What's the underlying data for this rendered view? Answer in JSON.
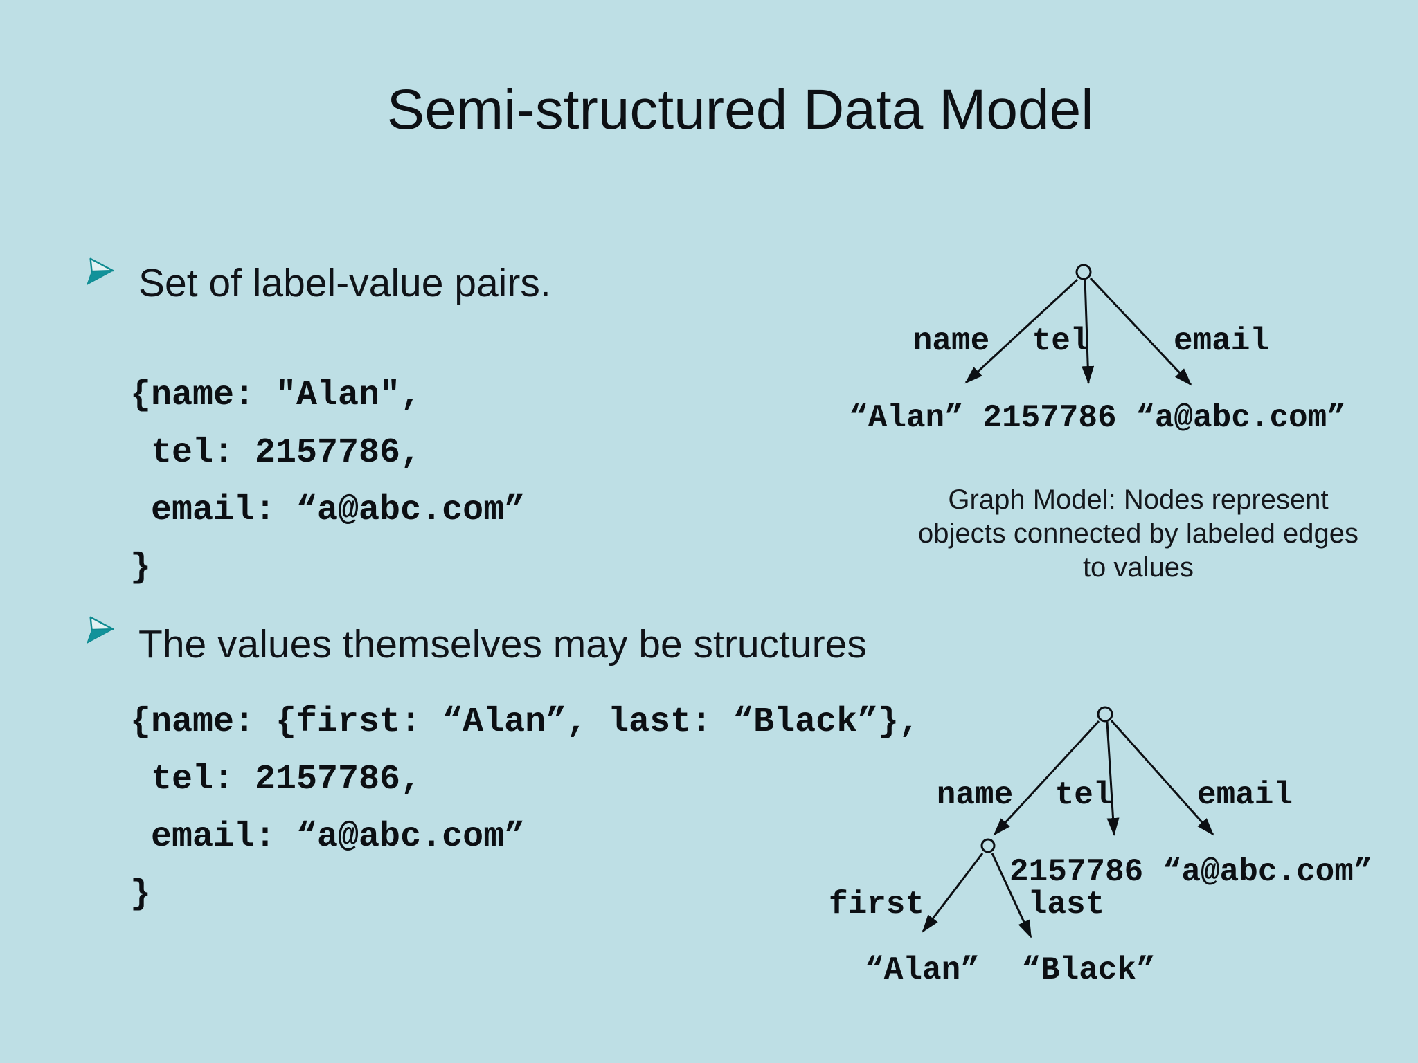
{
  "slide": {
    "title": "Semi-structured Data Model",
    "background_color": "#bedfe5",
    "accent_color": "#12929a",
    "bullet1": {
      "text": "Set of label-value pairs."
    },
    "code1": {
      "line1": "{name: \"Alan\",",
      "line2": " tel: 2157786,",
      "line3": " email: “a@abc.com”",
      "line4": "}"
    },
    "bullet2": {
      "text": "The values themselves may be structures"
    },
    "code2": {
      "line1": "{name: {first: “Alan”, last: “Black”},",
      "line2": " tel: 2157786,",
      "line3": " email: “a@abc.com”",
      "line4": "}"
    },
    "caption": {
      "line1": "Graph Model: Nodes represent",
      "line2": "objects connected by labeled edges",
      "line3": "to values"
    },
    "tree1": {
      "label_name": "name",
      "label_tel": "tel",
      "label_email": "email",
      "values_line": "“Alan” 2157786 “a@abc.com”"
    },
    "tree2": {
      "label_name": "name",
      "label_tel": "tel",
      "label_email": "email",
      "label_first": "first",
      "label_last": "last",
      "value_tel_email": "2157786 “a@abc.com”",
      "value_first": "“Alan”",
      "value_last": "“Black”"
    }
  }
}
